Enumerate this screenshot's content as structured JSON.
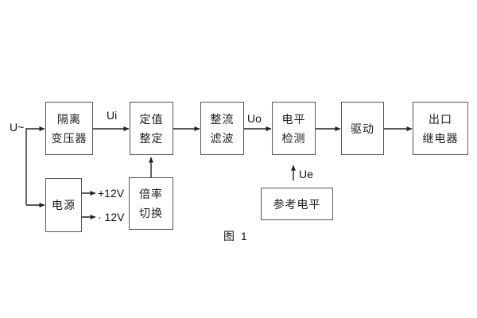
{
  "figure": {
    "caption": "图 1"
  },
  "signals": {
    "input": "U~",
    "ui": "Ui",
    "uo": "Uo",
    "ue": "Ue",
    "rail_positive": "+12V",
    "rail_negative": "· 12V"
  },
  "blocks": {
    "isolation_transformer": {
      "line1": "隔离",
      "line2": "变压器"
    },
    "value_setting": {
      "line1": "定值",
      "line2": "整定"
    },
    "rectifier_filter": {
      "line1": "整流",
      "line2": "滤波"
    },
    "level_detection": {
      "line1": "电平",
      "line2": "检测"
    },
    "drive": {
      "label": "驱动"
    },
    "output_relay": {
      "line1": "出口",
      "line2": "继电器"
    },
    "power_supply": {
      "label": "电源"
    },
    "ratio_switch": {
      "line1": "倍率",
      "line2": "切换"
    },
    "reference_level": {
      "label": "参考电平"
    }
  },
  "colors": {
    "background": "#ffffff",
    "box_border": "#575757",
    "line": "#222222",
    "text": "#161616"
  },
  "flow": [
    "U~ → 隔离变压器",
    "U~ → 电源",
    "隔离变压器 →(Ui)→ 定值整定",
    "定值整定 → 整流滤波",
    "整流滤波 →(Uo)→ 电平检测",
    "电平检测 → 驱动",
    "驱动 → 出口继电器",
    "电源 → +12V",
    "电源 → ·12V",
    "倍率切换 → 定值整定",
    "参考电平 →(Ue)→ 电平检测"
  ]
}
